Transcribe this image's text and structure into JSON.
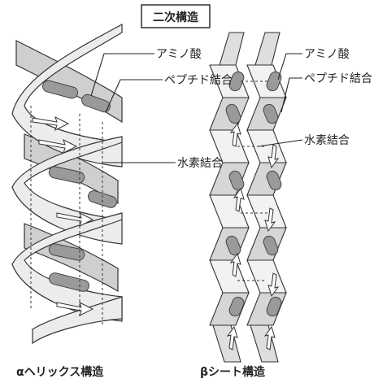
{
  "title": "二次構造",
  "labels": {
    "amino_acid": "アミノ酸",
    "peptide_bond": "ペプチド結合",
    "hydrogen_bond": "水素結合"
  },
  "captions": {
    "alpha": "αヘリックス構造",
    "beta": "βシート構造"
  },
  "colors": {
    "ribbon_front": "#ececec",
    "ribbon_back": "#cfcfcf",
    "amino_pill": "#9a9a9a",
    "outline": "#333333"
  }
}
